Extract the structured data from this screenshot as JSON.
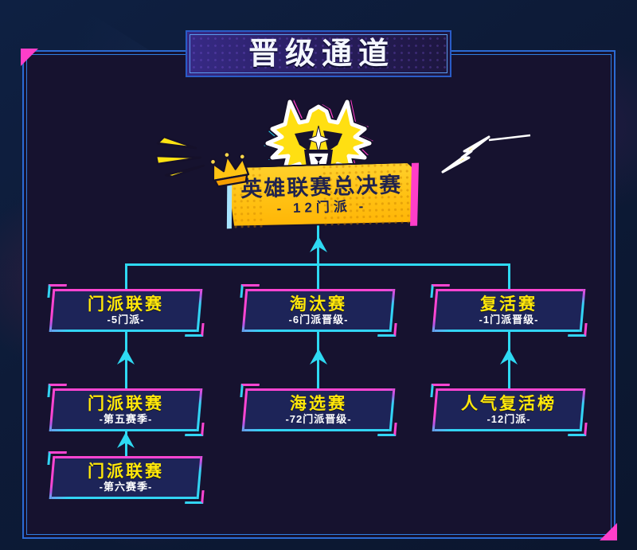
{
  "header": {
    "title": "晋级通道"
  },
  "final_node": {
    "title": "英雄联赛总决赛",
    "subtitle": "-  12门派  -"
  },
  "nodes": [
    {
      "title": "门派联赛",
      "subtitle": "-5门派-"
    },
    {
      "title": "淘汰赛",
      "subtitle": "-6门派晋级-"
    },
    {
      "title": "复活赛",
      "subtitle": "-1门派晋级-"
    },
    {
      "title": "门派联赛",
      "subtitle": "-第五赛季-"
    },
    {
      "title": "海选赛",
      "subtitle": "-72门派晋级-"
    },
    {
      "title": "人气复活榜",
      "subtitle": "-12门派-"
    },
    {
      "title": "门派联赛",
      "subtitle": "-第六赛季-"
    }
  ],
  "icons": {
    "mascot": "wolf-king-emblem",
    "crown": "crown-icon",
    "sparks": "spark-rays-icon",
    "lightning": "lightning-bolt-icon"
  },
  "colors": {
    "background": "#0d1c3a",
    "frame_blue": "#2b6bd4",
    "accent_pink": "#ff3ec9",
    "accent_cyan": "#2ed9f2",
    "node_fill": "#1d2458",
    "node_title_yellow": "#ffe70a",
    "banner_gold": "#ffc113",
    "banner_text_navy": "#20234e"
  }
}
